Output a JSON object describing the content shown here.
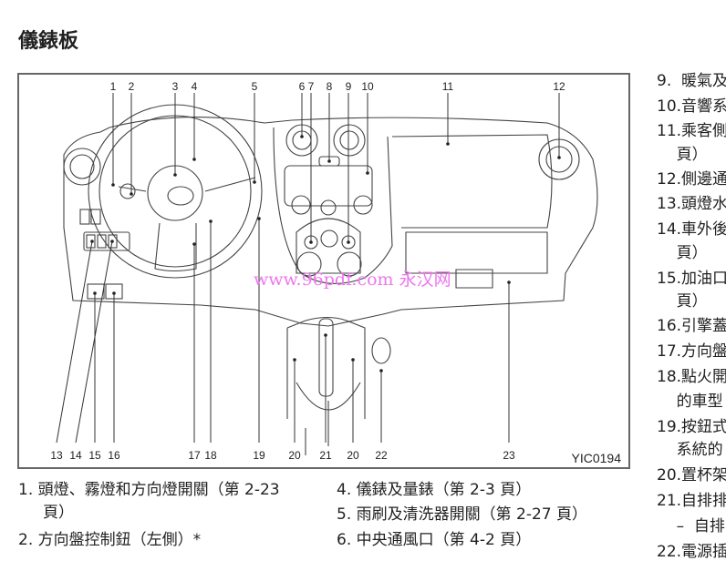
{
  "page": {
    "title": "儀錶板"
  },
  "diagram": {
    "figure_id": "YIC0194",
    "watermark": "www.96pdf.com 永汉网",
    "callouts": [
      "1",
      "2",
      "3",
      "4",
      "5",
      "6",
      "7",
      "8",
      "9",
      "10",
      "11",
      "12",
      "13",
      "14",
      "15",
      "16",
      "17",
      "18",
      "19",
      "20",
      "21",
      "20",
      "22",
      "23"
    ]
  },
  "legend_left": [
    {
      "num": "1.",
      "text": "頭燈、霧燈和方向燈開關（第 2-23",
      "cont": "頁）"
    },
    {
      "num": "2.",
      "text": "方向盤控制鈕（左側）*"
    }
  ],
  "legend_mid": [
    {
      "num": "4.",
      "text": "儀錶及量錶（第 2-3 頁）"
    },
    {
      "num": "5.",
      "text": "雨刷及清洗器開關（第 2-27 頁）"
    },
    {
      "num": "6.",
      "text": "中央通風口（第 4-2 頁）"
    }
  ],
  "legend_right": [
    {
      "text": "9.  暖氣及"
    },
    {
      "text": "10.音響系"
    },
    {
      "text": "11.乘客側"
    },
    {
      "text": "    頁）"
    },
    {
      "text": "12.側邊通"
    },
    {
      "text": "13.頭燈水"
    },
    {
      "text": "14.車外後"
    },
    {
      "text": "    頁）"
    },
    {
      "text": "15.加油口"
    },
    {
      "text": "    頁）"
    },
    {
      "text": "16.引擎蓋"
    },
    {
      "text": "17.方向盤"
    },
    {
      "text": "18.點火開"
    },
    {
      "text": "    的車型"
    },
    {
      "text": "19.按鈕式"
    },
    {
      "text": "    系統的"
    },
    {
      "text": "20.置杯架"
    },
    {
      "text": "21.自排排"
    },
    {
      "text": "    –  自排"
    },
    {
      "text": "22.電源插"
    }
  ]
}
